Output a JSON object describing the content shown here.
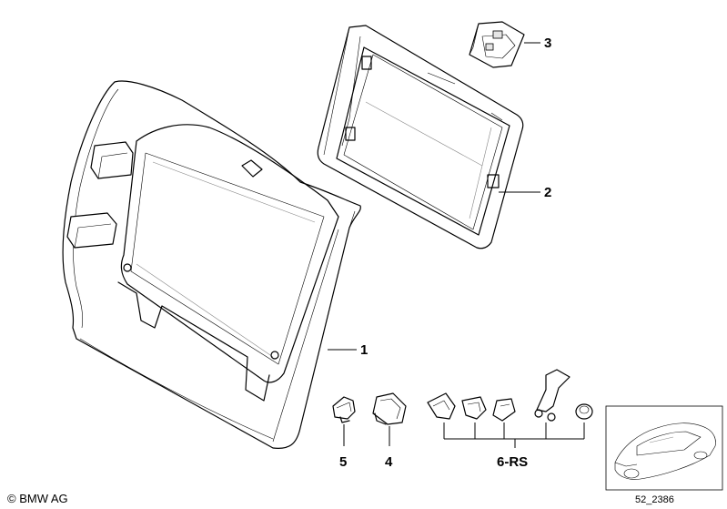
{
  "callouts": {
    "seat_back": "1",
    "frame": "2",
    "bracket": "3",
    "clip_4": "4",
    "clip_5": "5",
    "repair_set": "6-RS"
  },
  "footer": {
    "copyright": "© BMW AG",
    "diagram_ref": "52_2386"
  }
}
